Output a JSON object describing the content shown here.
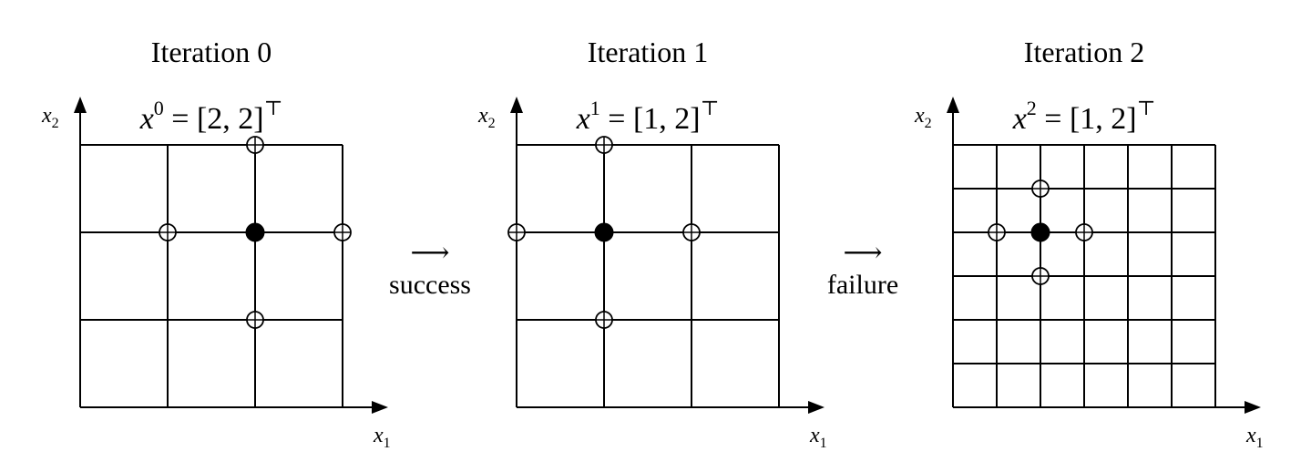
{
  "panels": [
    {
      "title": "Iteration 0",
      "point_label": {
        "var": "x",
        "sup": "0",
        "value": " = [2, 2]",
        "transpose": "⊤"
      },
      "x_axis_label": {
        "var": "x",
        "sub": "1"
      },
      "y_axis_label": {
        "var": "x",
        "sub": "2"
      },
      "mesh_divisions": 3,
      "incumbent": [
        2,
        2
      ],
      "poll_points": [
        [
          1,
          2
        ],
        [
          3,
          2
        ],
        [
          2,
          3
        ],
        [
          2,
          1
        ]
      ]
    },
    {
      "title": "Iteration 1",
      "point_label": {
        "var": "x",
        "sup": "1",
        "value": " = [1, 2]",
        "transpose": "⊤"
      },
      "x_axis_label": {
        "var": "x",
        "sub": "1"
      },
      "y_axis_label": {
        "var": "x",
        "sub": "2"
      },
      "mesh_divisions": 3,
      "incumbent": [
        1,
        2
      ],
      "poll_points": [
        [
          0,
          2
        ],
        [
          2,
          2
        ],
        [
          1,
          3
        ],
        [
          1,
          1
        ]
      ]
    },
    {
      "title": "Iteration 2",
      "point_label": {
        "var": "x",
        "sup": "2",
        "value": " = [1, 2]",
        "transpose": "⊤"
      },
      "x_axis_label": {
        "var": "x",
        "sub": "1"
      },
      "y_axis_label": {
        "var": "x",
        "sub": "2"
      },
      "mesh_divisions": 6,
      "incumbent": [
        1,
        2
      ],
      "poll_points": [
        [
          0.5,
          2
        ],
        [
          1.5,
          2
        ],
        [
          1,
          2.5
        ],
        [
          1,
          1.5
        ]
      ]
    }
  ],
  "transitions": [
    {
      "arrow": "⟶",
      "label": "success"
    },
    {
      "arrow": "⟶",
      "label": "failure"
    }
  ]
}
